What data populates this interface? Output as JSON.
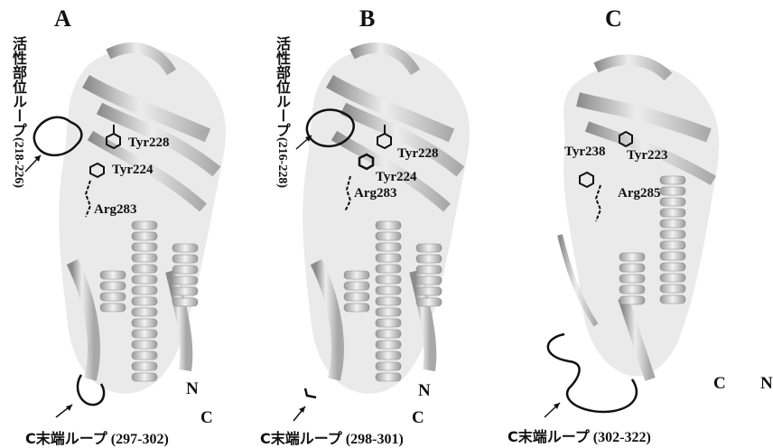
{
  "panels": [
    {
      "letter": "A",
      "active_loop_jp": "活性部位ループ",
      "active_loop_range": "(218-226)",
      "residues": [
        "Tyr228",
        "Tyr224",
        "Arg283"
      ],
      "n_term": "N",
      "c_term": "C",
      "c_loop_jp": "C末端ループ",
      "c_loop_range": "(297-302)"
    },
    {
      "letter": "B",
      "active_loop_jp": "活性部位ループ",
      "active_loop_range": "(216-228)",
      "residues": [
        "Tyr228",
        "Tyr224",
        "Arg283"
      ],
      "n_term": "N",
      "c_term": "C",
      "c_loop_jp": "C末端ループ",
      "c_loop_range": "(298-301)"
    },
    {
      "letter": "C",
      "residues": [
        "Tyr238",
        "Tyr223",
        "Arg285"
      ],
      "c_term": "C",
      "n_term": "N",
      "c_loop_jp": "C末端ループ",
      "c_loop_range": "(302-322)"
    }
  ],
  "colors": {
    "ribbon_light": "#e6e6e6",
    "ribbon_mid": "#bdbdbd",
    "ribbon_dark": "#8a8a8a",
    "loop": "#111111"
  }
}
